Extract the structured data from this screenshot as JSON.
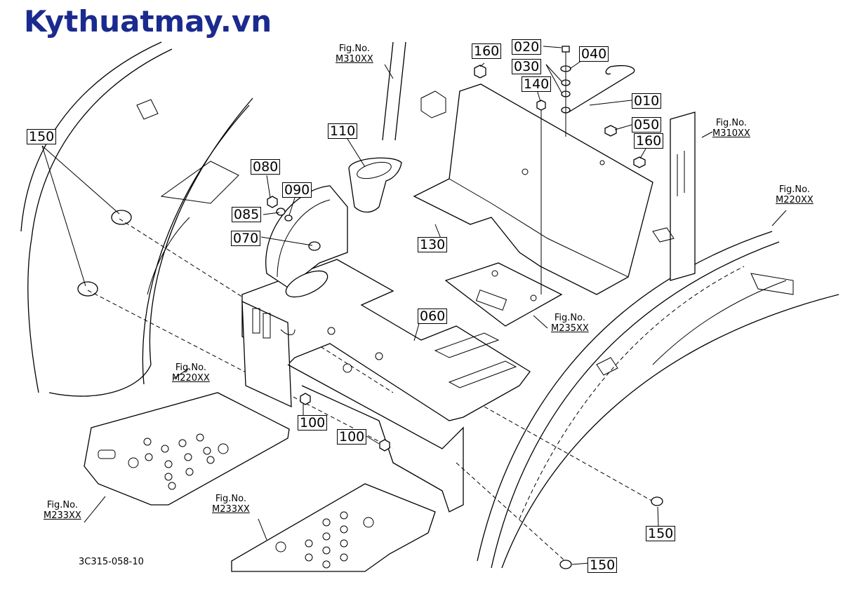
{
  "watermark": "Kythuatmay.vn",
  "document_number": "3C315-058-10",
  "colors": {
    "watermark": "#1b2a8e",
    "line": "#000000",
    "background": "#ffffff"
  },
  "part_callouts": [
    {
      "id": "p020",
      "label": "020"
    },
    {
      "id": "p040",
      "label": "040"
    },
    {
      "id": "p030",
      "label": "030"
    },
    {
      "id": "p160a",
      "label": "160"
    },
    {
      "id": "p140",
      "label": "140"
    },
    {
      "id": "p010",
      "label": "010"
    },
    {
      "id": "p050",
      "label": "050"
    },
    {
      "id": "p160b",
      "label": "160"
    },
    {
      "id": "p110",
      "label": "110"
    },
    {
      "id": "p150a",
      "label": "150"
    },
    {
      "id": "p080",
      "label": "080"
    },
    {
      "id": "p090",
      "label": "090"
    },
    {
      "id": "p085",
      "label": "085"
    },
    {
      "id": "p070",
      "label": "070"
    },
    {
      "id": "p130",
      "label": "130"
    },
    {
      "id": "p060",
      "label": "060"
    },
    {
      "id": "p100a",
      "label": "100"
    },
    {
      "id": "p100b",
      "label": "100"
    },
    {
      "id": "p150b",
      "label": "150"
    },
    {
      "id": "p150c",
      "label": "150"
    }
  ],
  "figure_refs": [
    {
      "id": "f1",
      "prefix": "Fig.No.",
      "code": "M310XX"
    },
    {
      "id": "f2",
      "prefix": "Fig.No.",
      "code": "M310XX"
    },
    {
      "id": "f3",
      "prefix": "Fig.No.",
      "code": "M220XX"
    },
    {
      "id": "f4",
      "prefix": "Fig.No.",
      "code": "M235XX"
    },
    {
      "id": "f5",
      "prefix": "Fig.No.",
      "code": "M220XX"
    },
    {
      "id": "f6",
      "prefix": "Fig.No.",
      "code": "M233XX"
    },
    {
      "id": "f7",
      "prefix": "Fig.No.",
      "code": "M233XX"
    }
  ]
}
